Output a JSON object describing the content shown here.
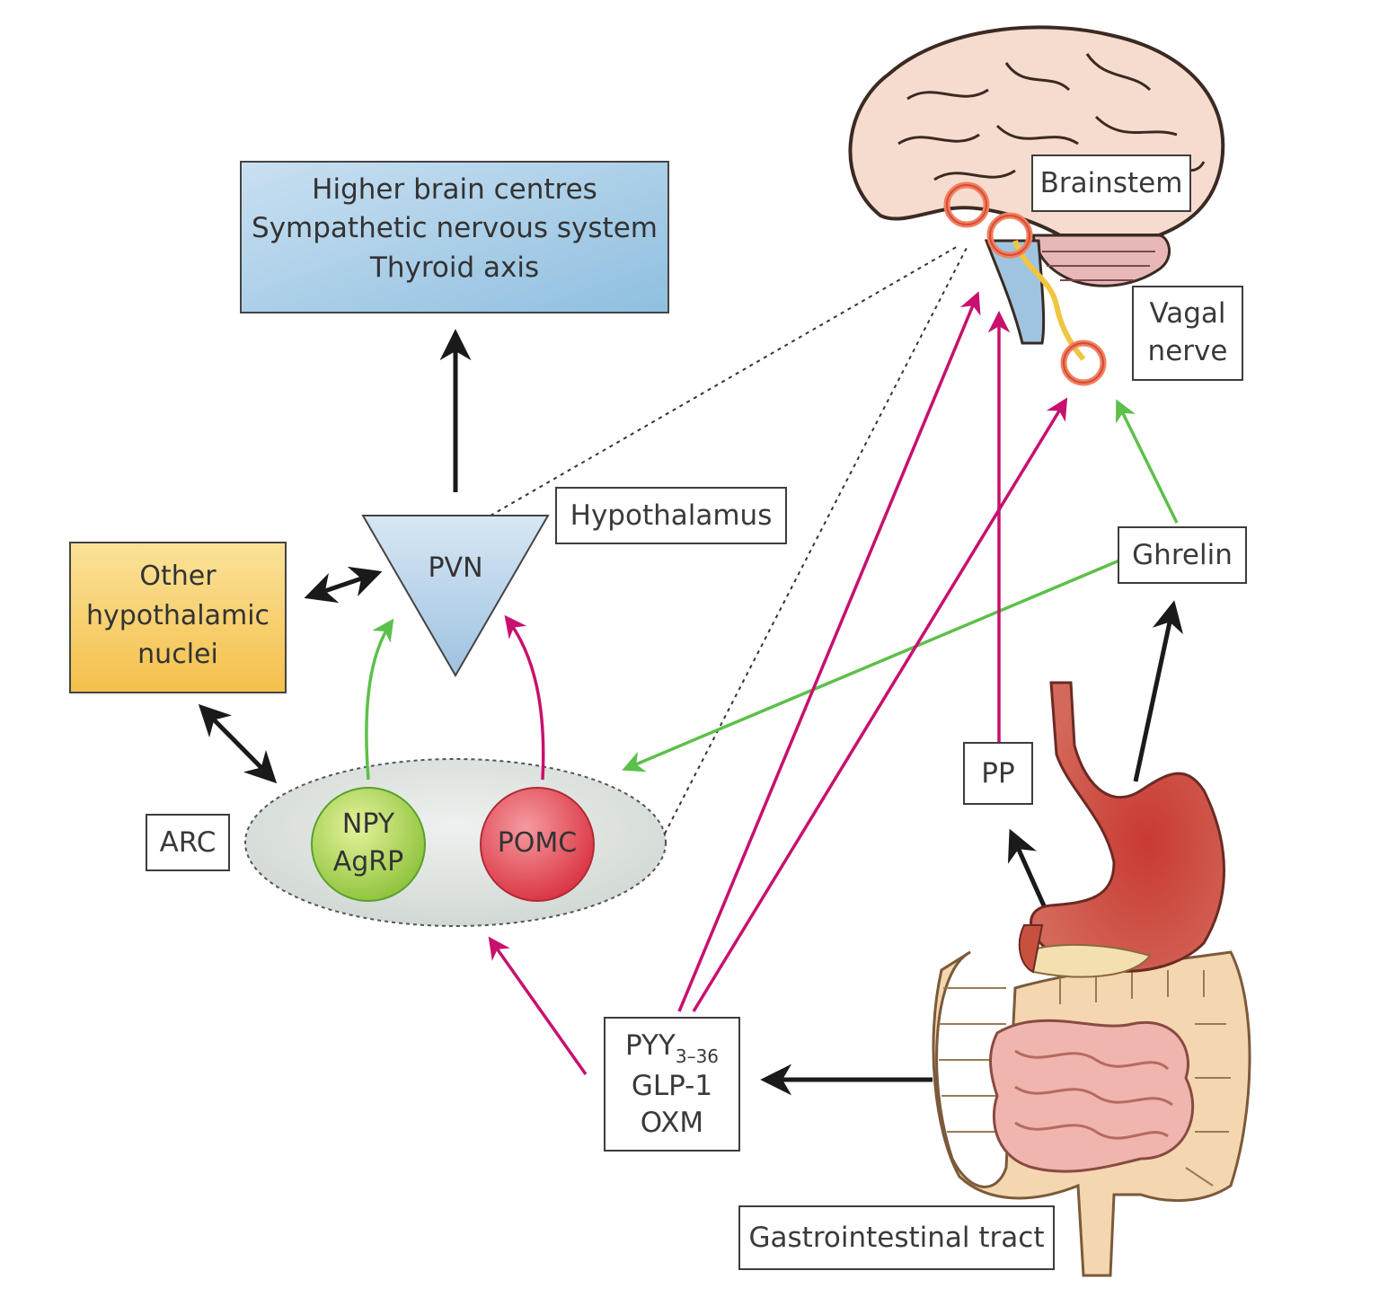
{
  "higher_centres": {
    "line1": "Higher brain centres",
    "line2": "Sympathetic nervous system",
    "line3": "Thyroid axis"
  },
  "hypothalamus_label": "Hypothalamus",
  "pvn_label": "PVN",
  "other_nuclei": {
    "line1": "Other",
    "line2": "hypothalamic",
    "line3": "nuclei"
  },
  "arc_label": "ARC",
  "npy_agrp": {
    "line1": "NPY",
    "line2": "AgRP"
  },
  "pomc_label": "POMC",
  "brainstem_label": "Brainstem",
  "vagal_nerve": {
    "line1": "Vagal",
    "line2": "nerve"
  },
  "ghrelin_label": "Ghrelin",
  "pp_label": "PP",
  "gut_hormones": {
    "pyy": "PYY",
    "pyy_subscript": "3–36",
    "glp1": "GLP-1",
    "oxm": "OXM"
  },
  "gi_tract_label": "Gastrointestinal tract",
  "colors": {
    "inhibitory_arrow": "#c8106e",
    "stimulatory_arrow": "#5cc04a",
    "neutral_arrow": "#1a1a1a",
    "higher_centres_fill": "#a9cde6",
    "other_nuclei_fill": "#f8d26a",
    "pvn_fill": "#bcd6ec",
    "arc_fill": "#dde3df",
    "npy_fill": "#b5d84a",
    "pomc_fill": "#e2485a",
    "stomach_fill": "#bf463c",
    "intestine_fill": "#f0b6ae",
    "colon_fill": "#f4d7b0",
    "brain_fill": "#f6dccf"
  }
}
